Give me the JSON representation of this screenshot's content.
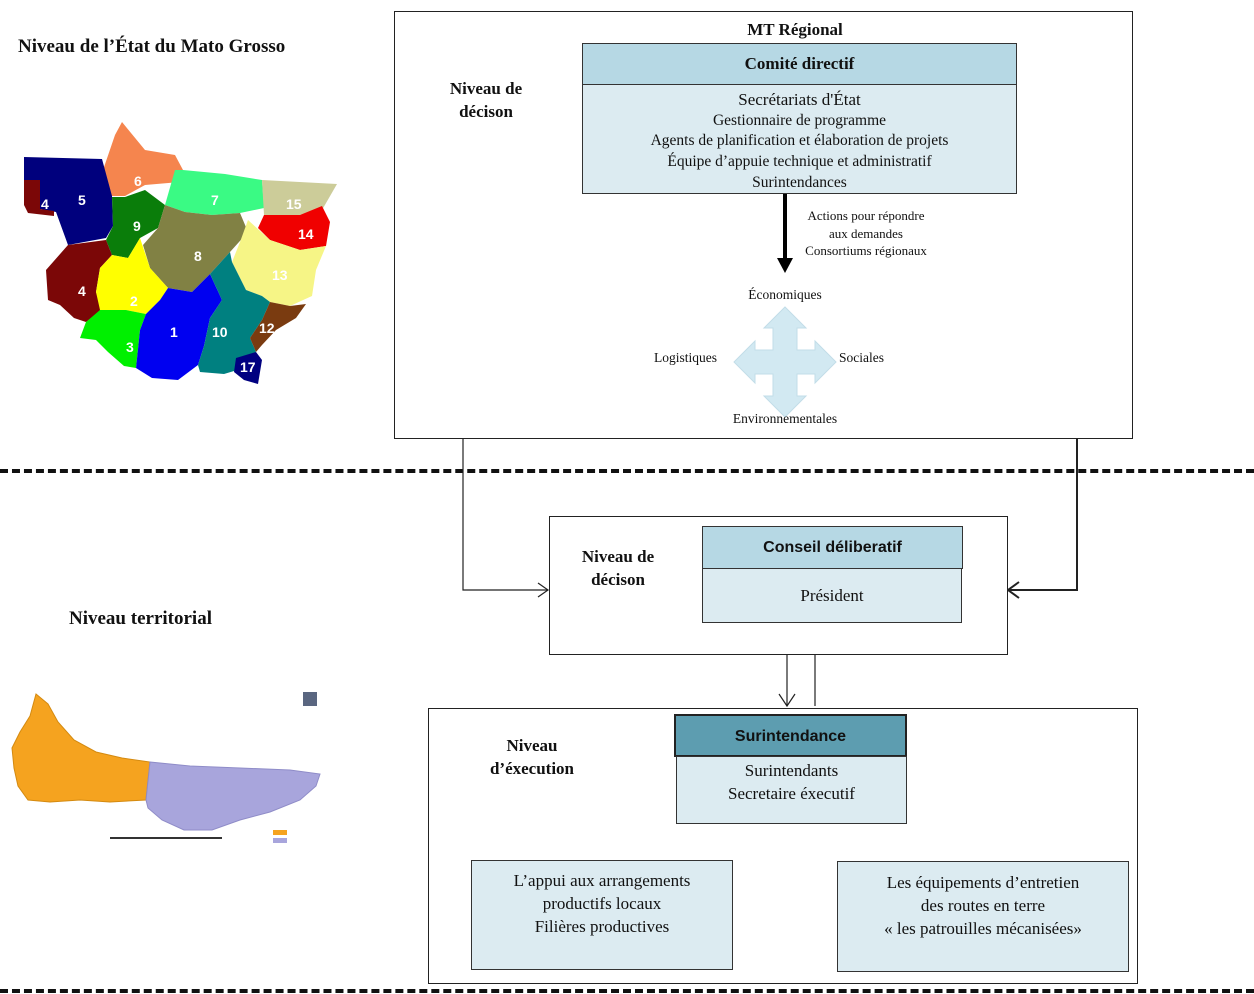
{
  "state_level": {
    "title": "Niveau de l’État du Mato Grosso"
  },
  "territorial_level": {
    "title": "Niveau territorial"
  },
  "state_map": {
    "region_labels": [
      "1",
      "2",
      "3",
      "4",
      "4",
      "5",
      "6",
      "7",
      "8",
      "9",
      "10",
      "12",
      "13",
      "14",
      "15",
      "17"
    ]
  },
  "regional": {
    "title": "MT Régional",
    "decision_label_line1": "Niveau de",
    "decision_label_line2": "décison",
    "comite": {
      "header": "Comité directif",
      "lines": [
        "Secrétariats d'État",
        "Gestionnaire de programme",
        "Agents de planification et élaboration de projets",
        "Équipe d’appuie technique et administratif",
        "Surintendances"
      ]
    },
    "arrow_text": [
      "Actions pour répondre",
      "aux demandes",
      "Consortiums régionaux"
    ],
    "dimensions": {
      "top": "Économiques",
      "left": "Logistiques",
      "right": "Sociales",
      "bottom": "Environnementales"
    }
  },
  "territorial_decision": {
    "label_line1": "Niveau de",
    "label_line2": "décison",
    "header": "Conseil déliberatif",
    "body": "Président"
  },
  "execution": {
    "label_line1": "Niveau",
    "label_line2": "d’éxecution",
    "header": "Surintendance",
    "lines": [
      "Surintendants",
      "Secretaire éxecutif"
    ],
    "left_box": [
      "L’appui aux arrangements",
      "productifs locaux",
      "Filières productives"
    ],
    "right_box": [
      "Les équipements d’entretien",
      "des routes en terre",
      "« les patrouilles mécanisées»"
    ]
  },
  "colors": {
    "light_blue": "#dcebf1",
    "header_blue": "#b6d8e4",
    "dark_teal": "#5d9db0",
    "cross_blue": "#d2e9f2"
  }
}
